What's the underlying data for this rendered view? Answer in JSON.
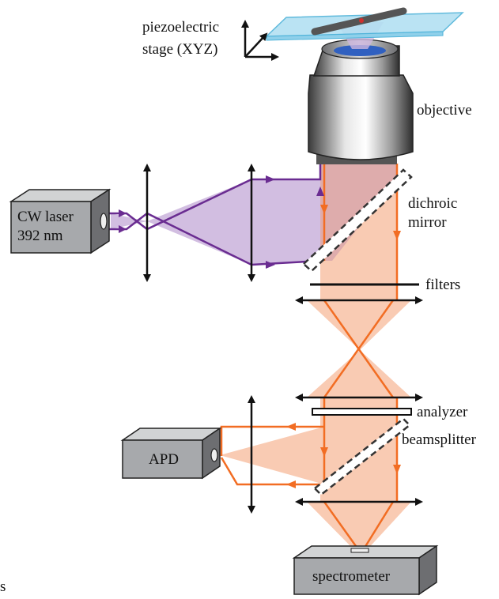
{
  "labels": {
    "stage_line1": "piezoelectric",
    "stage_line2": "stage (XYZ)",
    "objective": "objective",
    "dichroic_line1": "dichroic",
    "dichroic_line2": "mirror",
    "laser_line1": "CW laser",
    "laser_line2": "392 nm",
    "filters": "filters",
    "analyzer": "analyzer",
    "beamsplitter": "beamsplitter",
    "apd": "APD",
    "spectrometer": "spectrometer",
    "corner_fragment": "s"
  },
  "colors": {
    "excitation_line": "#6a2c91",
    "excitation_fill": "#cdb7de",
    "emission_line": "#f26d23",
    "emission_fill": "#f9cbb3",
    "overlap_fill": "#d9a7aa",
    "box_front": "#a7a9ac",
    "box_top": "#d1d3d4",
    "box_side": "#6d6e71",
    "stage_fill": "#b3e0f2",
    "stage_edge": "#4fb3d9"
  }
}
